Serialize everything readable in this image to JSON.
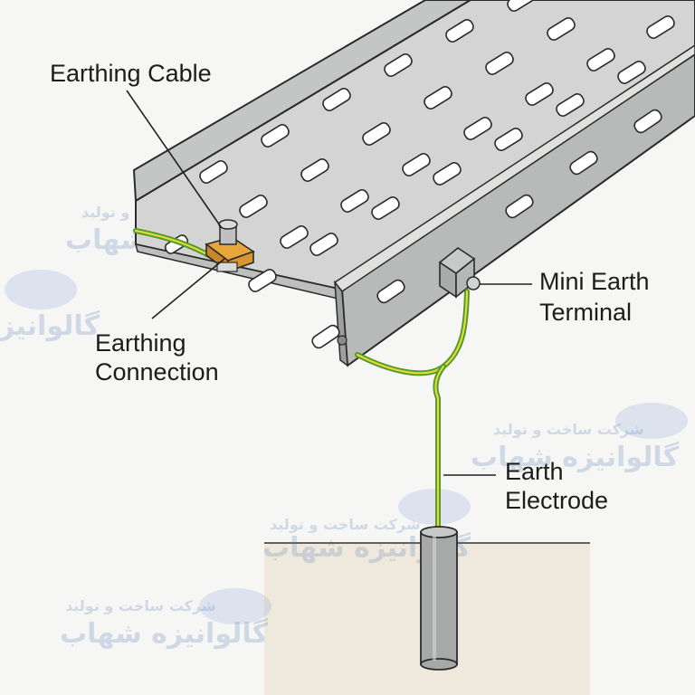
{
  "labels": {
    "earthing_cable": "Earthing Cable",
    "earthing_connection_line1": "Earthing",
    "earthing_connection_line2": "Connection",
    "mini_earth_terminal_line1": "Mini Earth",
    "mini_earth_terminal_line2": "Terminal",
    "earth_electrode_line1": "Earth",
    "earth_electrode_line2": "Electrode"
  },
  "watermark": {
    "company_line": "شرکت ساخت و تولید",
    "brand_line": "گالوانیزه شهاب"
  },
  "colors": {
    "tray_top": "#cfd0cf",
    "tray_side": "#b9baba",
    "tray_edge": "#2b2b2b",
    "cable_green": "#4f9a2a",
    "cable_yellow": "#e6d83a",
    "clamp_orange": "#e7a53a",
    "ground": "#efe8dc",
    "electrode": "#a7a8a8"
  }
}
